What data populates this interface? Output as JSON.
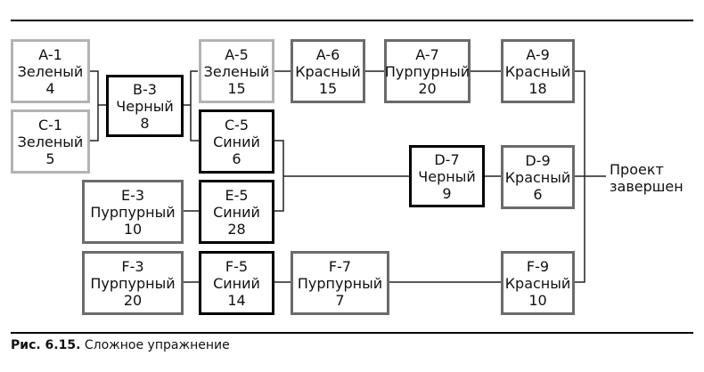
{
  "tasks": {
    "A1": {
      "id": "A-1",
      "color": "Зеленый",
      "days": "4"
    },
    "C1": {
      "id": "C-1",
      "color": "Зеленый",
      "days": "5"
    },
    "B3": {
      "id": "B-3",
      "color": "Черный",
      "days": "8"
    },
    "A5": {
      "id": "A-5",
      "color": "Зеленый",
      "days": "15"
    },
    "C5": {
      "id": "C-5",
      "color": "Синий",
      "days": "6"
    },
    "E3": {
      "id": "E-3",
      "color": "Пурпурный",
      "days": "10"
    },
    "E5": {
      "id": "E-5",
      "color": "Синий",
      "days": "28"
    },
    "F3": {
      "id": "F-3",
      "color": "Пурпурный",
      "days": "20"
    },
    "F5": {
      "id": "F-5",
      "color": "Синий",
      "days": "14"
    },
    "F7": {
      "id": "F-7",
      "color": "Пурпурный",
      "days": "7"
    },
    "A6": {
      "id": "A-6",
      "color": "Красный",
      "days": "15"
    },
    "A7": {
      "id": "A-7",
      "color": "Пурпурный",
      "days": "20"
    },
    "A9": {
      "id": "A-9",
      "color": "Красный",
      "days": "18"
    },
    "D7": {
      "id": "D-7",
      "color": "Черный",
      "days": "9"
    },
    "D9": {
      "id": "D-9",
      "color": "Красный",
      "days": "6"
    },
    "F9": {
      "id": "F-9",
      "color": "Красный",
      "days": "10"
    }
  },
  "end": {
    "line1": "Проект",
    "line2": "завершен"
  },
  "caption": {
    "label": "Рис. 6.15.",
    "text": "Сложное упражнение"
  }
}
